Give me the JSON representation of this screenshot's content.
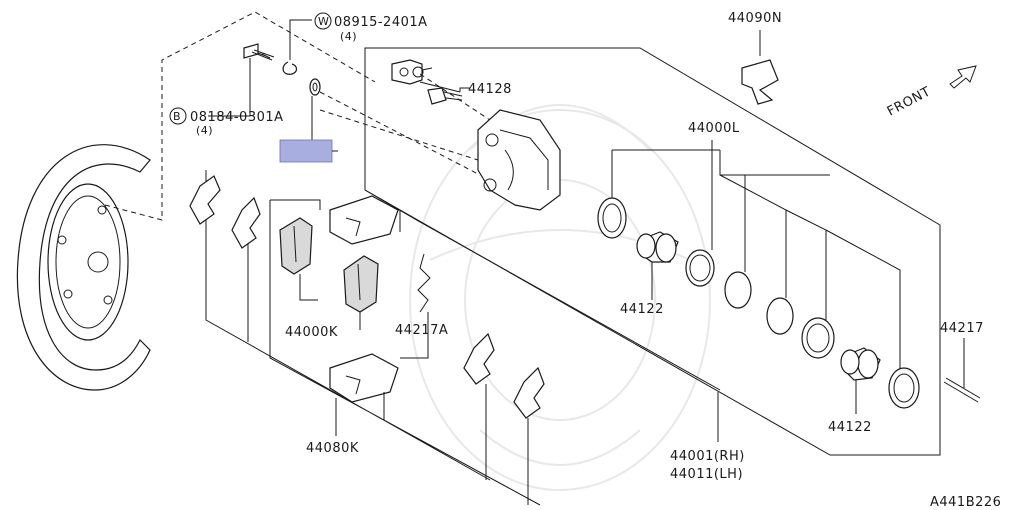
{
  "labels": {
    "bolt_w": "08915-2401A",
    "bolt_w_qty": "(4)",
    "bolt_w_circle": "W",
    "bolt_b": "08184-0301A",
    "bolt_b_qty": "(4)",
    "bolt_b_circle": "B",
    "bleeder": "44128",
    "spring_top": "44090N",
    "front": "FRONT",
    "kit_l": "44000L",
    "piston_upper": "44122",
    "piston_lower": "44122",
    "pads": "44000K",
    "shim": "44217A",
    "shim_kit": "44080K",
    "pin": "44217",
    "caliper_rh": "44001(RH)",
    "caliper_lh": "44011(LH)",
    "ref": "A441B226"
  },
  "highlight_color": "#a9aee0"
}
